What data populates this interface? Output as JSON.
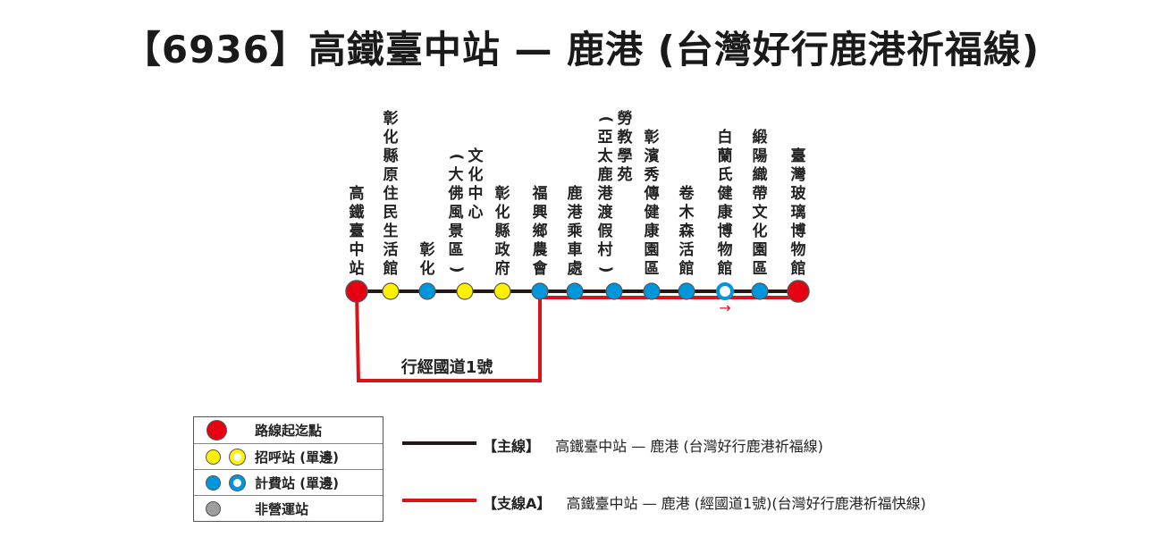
{
  "title": "【6936】高鐵臺中站 — 鹿港 (台灣好行鹿港祈福線)",
  "colors": {
    "main_line": "#231815",
    "branch_line": "#d7141a",
    "terminal": "#e60012",
    "request_stop": "#fff100",
    "fare_stop": "#0096db",
    "non_operating": "#9e9e9e"
  },
  "stops": [
    {
      "name": "高鐵臺中站",
      "type": "terminal"
    },
    {
      "name": "彰化縣原住民生活館",
      "type": "request"
    },
    {
      "name": "彰化",
      "type": "fare"
    },
    {
      "name": "文化中心",
      "sub": "(大佛風景區)",
      "type": "request"
    },
    {
      "name": "彰化縣政府",
      "type": "request"
    },
    {
      "name": "福興鄉農會",
      "type": "fare"
    },
    {
      "name": "鹿港乘車處",
      "type": "fare"
    },
    {
      "name": "勞教學苑",
      "sub": "(亞太鹿港渡假村)",
      "type": "fare"
    },
    {
      "name": "彰濱秀傳健康園區",
      "type": "fare"
    },
    {
      "name": "卷木森活館",
      "type": "fare"
    },
    {
      "name": "白蘭氏健康博物館",
      "type": "fare-single"
    },
    {
      "name": "緞陽織帶文化園區",
      "type": "fare"
    },
    {
      "name": "臺灣玻璃博物館",
      "type": "terminal"
    }
  ],
  "branch_label": "行經國道1號",
  "direction_arrow": "→",
  "legend": {
    "items": [
      {
        "label": "路線起迄點",
        "icon": "red-dot-icon"
      },
      {
        "label": "招呼站 (單邊)",
        "icon": "yellow-dot-icon"
      },
      {
        "label": "計費站 (單邊)",
        "icon": "blue-dot-icon"
      },
      {
        "label": "非營運站",
        "icon": "gray-dot-icon"
      }
    ],
    "lines": [
      {
        "tag": "【主線】",
        "desc": "高鐵臺中站 — 鹿港 (台灣好行鹿港祈福線)"
      },
      {
        "tag": "【支線A】",
        "desc": "高鐵臺中站 — 鹿港 (經國道1號)(台灣好行鹿港祈福快線)"
      }
    ]
  }
}
